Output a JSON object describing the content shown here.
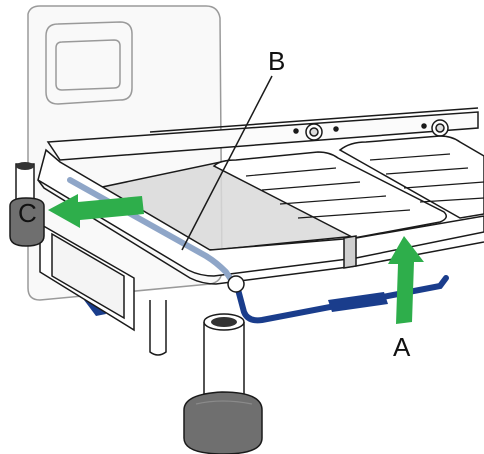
{
  "labels": {
    "a": "A",
    "b": "B",
    "c": "C"
  },
  "colors": {
    "arrow_green": "#2eae4b",
    "rail_blue": "#1a3d8c",
    "headboard_blue": "#8fa6c8",
    "caster_grey": "#6f6f6f",
    "frame_line": "#1a1a1a",
    "panel_grey": "#d9d9d9"
  },
  "icons": {
    "arrow_a": "arrow-up",
    "arrow_c": "arrow-left"
  }
}
